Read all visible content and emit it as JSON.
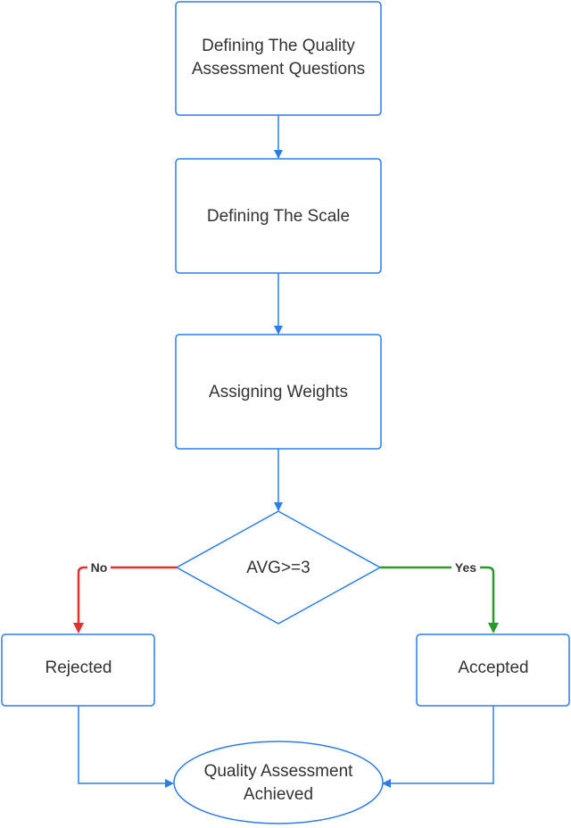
{
  "nodes": {
    "define_questions": {
      "line1": "Defining The Quality",
      "line2": "Assessment Questions"
    },
    "define_scale": {
      "label": "Defining The Scale"
    },
    "assign_weights": {
      "label": "Assigning Weights"
    },
    "decision": {
      "label": "AVG>=3"
    },
    "rejected": {
      "label": "Rejected"
    },
    "accepted": {
      "label": "Accepted"
    },
    "achieved": {
      "line1": "Quality Assessment",
      "line2": "Achieved"
    }
  },
  "edges": {
    "no_label": "No",
    "yes_label": "Yes"
  },
  "colors": {
    "stroke": "#2b7de9",
    "no": "#e03030",
    "yes": "#2a9a2a",
    "text": "#333333"
  }
}
